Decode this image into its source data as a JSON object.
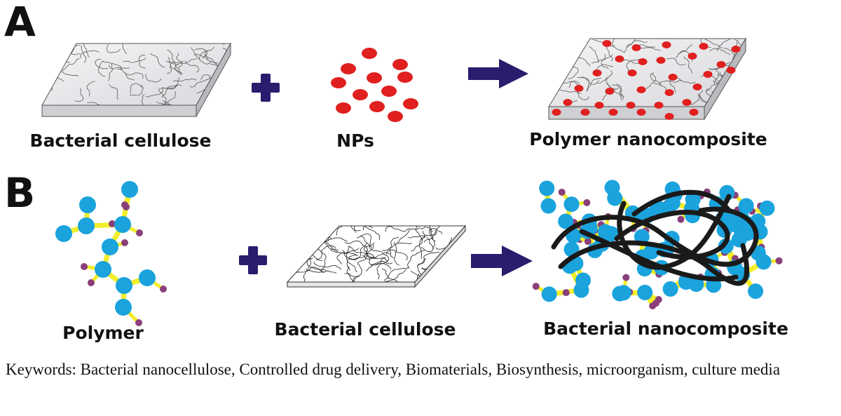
{
  "panels": {
    "a": {
      "letter": "A",
      "labels": {
        "cellulose": "Bacterial cellulose",
        "nps": "NPs",
        "product": "Polymer nanocomposite"
      }
    },
    "b": {
      "letter": "B",
      "labels": {
        "polymer": "Polymer",
        "cellulose": "Bacterial cellulose",
        "product": "Bacterial nanocomposite"
      }
    }
  },
  "keywords": "Keywords: Bacterial nanocellulose, Controlled drug delivery, Biomaterials, Biosynthesis, microorganism, culture media",
  "colors": {
    "nanoparticle": "#e0201f",
    "operator": "#2a1d6e",
    "polymer_node": "#1aa3dd",
    "polymer_bond": "#f2ee2a",
    "polymer_terminal": "#8a3f7a",
    "fiber": "#1a1a1a"
  },
  "icons": [
    "plus-icon",
    "arrow-right-icon"
  ]
}
